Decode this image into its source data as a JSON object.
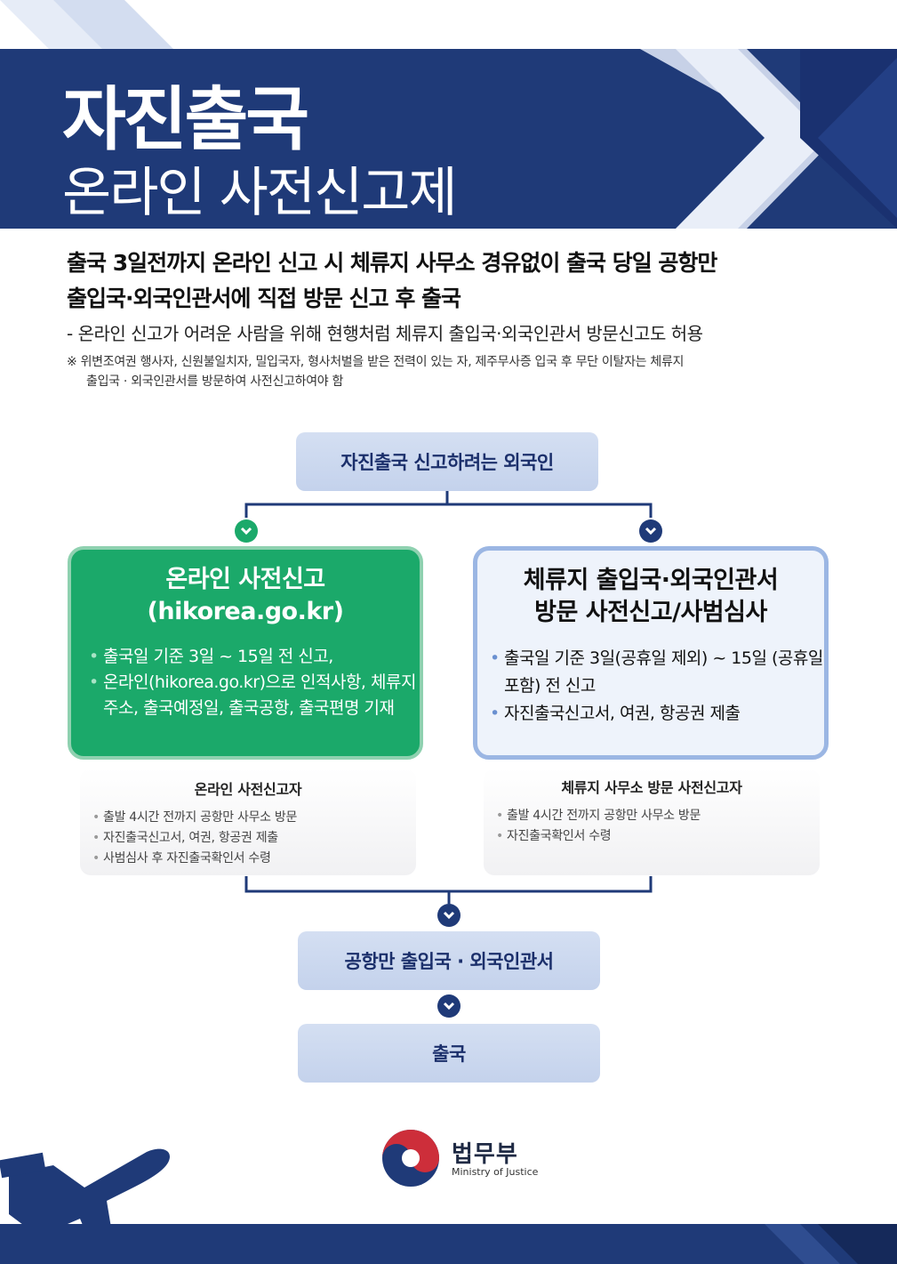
{
  "header": {
    "title": "자진출국",
    "subtitle": "온라인 사전신고제"
  },
  "intro": {
    "headline_line1": "출국 3일전까지 온라인 신고 시 체류지 사무소 경유없이 출국 당일 공항만",
    "headline_line2": "출입국·외국인관서에 직접 방문 신고 후 출국",
    "note1": "- 온라인 신고가 어려운 사람을 위해 현행처럼 체류지 출입국·외국인관서 방문신고도 허용",
    "note2_line1": "※ 위변조여권 행사자, 신원불일치자, 밀입국자, 형사처벌을 받은 전력이 있는 자, 제주무사증 입국 후 무단 이탈자는 체류지",
    "note2_line2": "출입국 · 외국인관서를 방문하여 사전신고하여야 함"
  },
  "flow": {
    "start": "자진출국 신고하려는 외국인",
    "online": {
      "title_line1": "온라인 사전신고",
      "title_line2": "(hikorea.go.kr)",
      "items": [
        "출국일 기준 3일 ~ 15일 전 신고,",
        "온라인(hikorea.go.kr)으로 인적사항, 체류지 주소, 출국예정일, 출국공항, 출국편명 기재"
      ]
    },
    "visit": {
      "title_line1": "체류지 출입국·외국인관서",
      "title_line2": "방문 사전신고/사범심사",
      "items": [
        "출국일 기준 3일(공휴일 제외) ~ 15일 (공휴일 포함) 전 신고",
        "자진출국신고서, 여권, 항공권 제출"
      ]
    },
    "online_sub": {
      "title": "온라인 사전신고자",
      "items": [
        "출발 4시간 전까지 공항만 사무소 방문",
        "자진출국신고서, 여권, 항공권 제출",
        "사범심사 후 자진출국확인서 수령"
      ]
    },
    "visit_sub": {
      "title": "체류지 사무소 방문 사전신고자",
      "items": [
        "출발 4시간 전까지 공항만 사무소 방문",
        "자진출국확인서 수령"
      ]
    },
    "port_office": "공항만 출입국 · 외국인관서",
    "departure": "출국"
  },
  "footer": {
    "ministry_ko": "법무부",
    "ministry_en": "Ministry of Justice"
  },
  "colors": {
    "navy": "#1f3a78",
    "green": "#1ba96a",
    "light_blue": "#c8d6ee",
    "box_border_blue": "#9bb6e3"
  }
}
